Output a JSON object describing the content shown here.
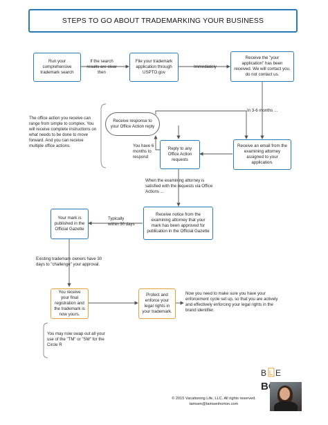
{
  "title": "STEPS TO GO ABOUT TRADEMARKING YOUR BUSINESS",
  "boxes": {
    "search": "Run your comprehensive trademark search",
    "file": "File your trademark application through USPTO.gov",
    "received": "Receive the \"your application\" has been received. We will contact you, do not contact us.",
    "email": "Receive an email from the examining attorney assigned to your application.",
    "reply": "Reply to any Office Action requests",
    "response": "Receive response to your Office Action reply",
    "notice": "Receive notice from the examining attorney that your mark has been approved for publication in the Official Gazette",
    "published": "Your mark is published in the Official Gazette",
    "final": "You receive your final registration and the trademark is now yours.",
    "protect": "Protect and enforce your legal rights in your trademark."
  },
  "labels": {
    "if_search": "If the search results are clear then",
    "immediately": "Immediately",
    "months": "In 3-6 months ...",
    "six_months": "You have 6 months to respond",
    "satisfied": "When the examining attorney is satisfied with the requests via Office Actions ...",
    "typically": "Typically within 30 days",
    "existing": "Existing trademark owners have 30 days to \"challenge\" your approval.",
    "enforce": "Now you need to make sure you have your enforcement cycle set up, so that you are actively and effectively enforcing your legal rights in the brand identifier.",
    "swap": "You may now swap out all your use of the \"TM\" or \"SM\" for the Circle R",
    "office_action": "The office action you receive can range from simple to complex. You will receive complete instructions on what needs to be done to move forward. And you can receive multiple office actions."
  },
  "footer": {
    "copyright": "© 2015 Vacationing Life, LLC. All rights reserved.",
    "email": "tamsen@tamsenhorton.com"
  },
  "logo": {
    "top": "B",
    "l": "L",
    "e": "E",
    "bottom": "BOX"
  },
  "colors": {
    "box_border": "#2a7ab8",
    "orange_border": "#e8a13a",
    "line": "#555555"
  }
}
